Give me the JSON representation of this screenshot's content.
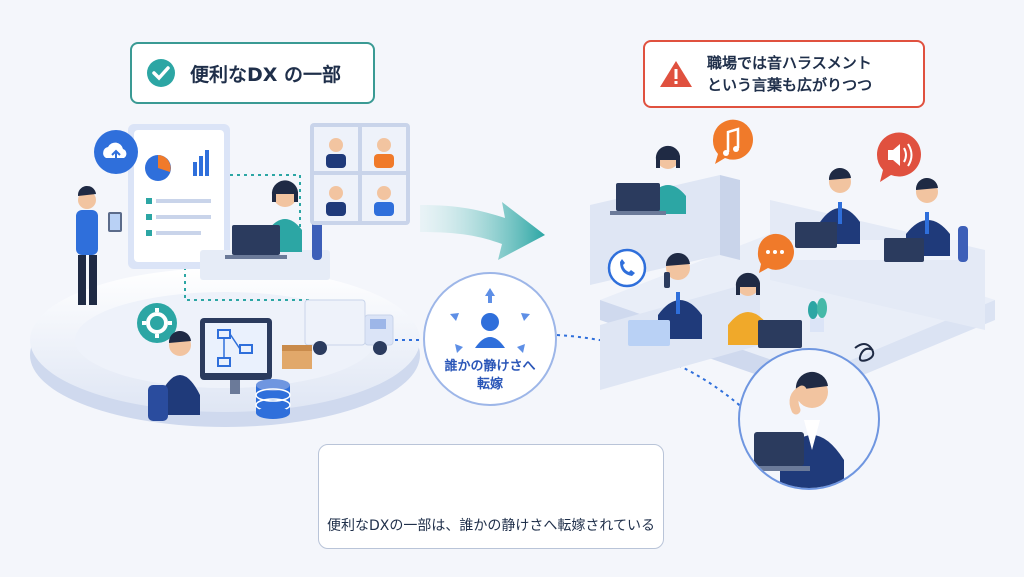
{
  "labels": {
    "dx_title": "便利なDX の一部",
    "noise_line1": "職場では音ハラスメント",
    "noise_line2": "という言葉も広がりつつ",
    "center_line1": "誰かの静けさへ",
    "center_line2": "転嫁",
    "summary": "便利なDXの一部は、誰かの静けさへ転嫁されている"
  },
  "icons": {
    "check": "check-icon",
    "warning": "warning-icon",
    "cloud": "cloud-upload-icon",
    "gear": "gear-icon",
    "music": "music-note-icon",
    "speaker": "speaker-icon",
    "chat": "chat-bubble-icon",
    "phone": "phone-icon",
    "arrow": "arrow-right-icon",
    "person": "person-icon",
    "mute": "mute-icon"
  },
  "colors": {
    "teal": "#2ca6a4",
    "red": "#e0513f",
    "orange": "#f07a2a",
    "blue": "#2f6fdb",
    "navy": "#1f3a7a"
  }
}
